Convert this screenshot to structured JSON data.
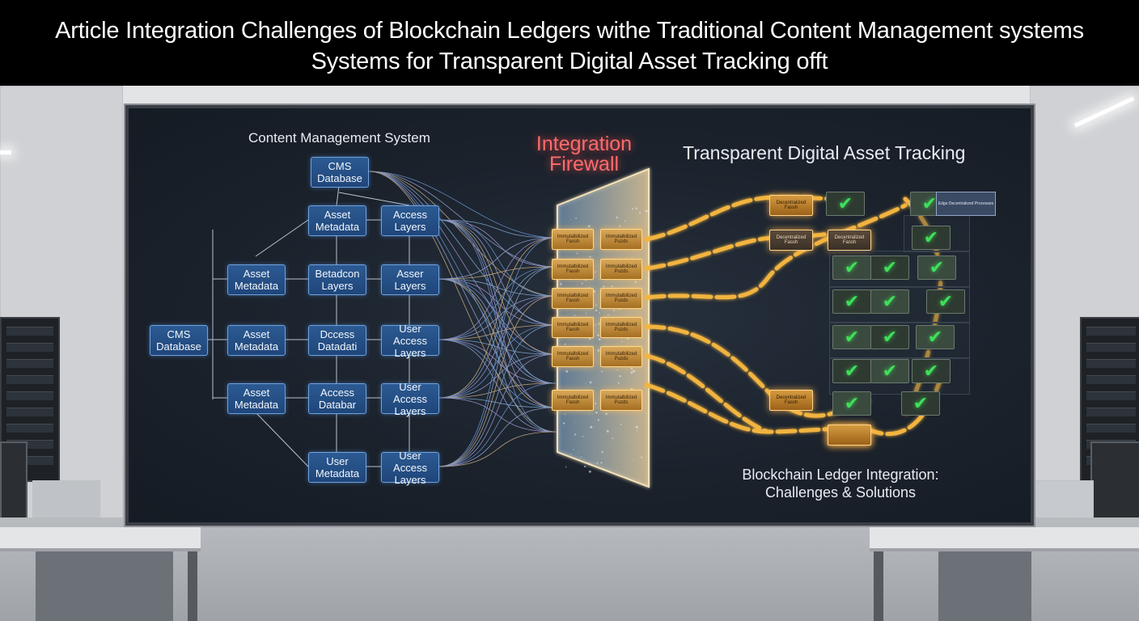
{
  "banner": {
    "line1": "Article Integration Challenges of Blockchain Ledgers withe Traditional Content Management systems",
    "line2": "Systems for Transparent Digital Asset Tracking offt"
  },
  "diagram": {
    "cms_section_label": "Content Management System",
    "firewall_label": "Integration Firewall",
    "tracking_label": "Transparent Digital Asset Tracking",
    "solutions_label": "Blockchain Ledger Integration: Challenges & Solutions",
    "nodes": [
      {
        "id": "cms-db-top",
        "lines": [
          "CMS",
          "Database"
        ]
      },
      {
        "id": "asset-meta-1",
        "lines": [
          "Asset",
          "Metadata"
        ]
      },
      {
        "id": "access-layers-1",
        "lines": [
          "Access",
          "Layers"
        ]
      },
      {
        "id": "asset-meta-2",
        "lines": [
          "Asset",
          "Metadata"
        ]
      },
      {
        "id": "betadcon-layers",
        "lines": [
          "Betadcon",
          "Layers"
        ]
      },
      {
        "id": "asser-layers",
        "lines": [
          "Asser",
          "Layers"
        ]
      },
      {
        "id": "cms-db-left",
        "lines": [
          "CMS",
          "Database"
        ]
      },
      {
        "id": "asset-meta-3",
        "lines": [
          "Asset",
          "Metadata"
        ]
      },
      {
        "id": "dccess-datadati",
        "lines": [
          "Dccess",
          "Datadati"
        ]
      },
      {
        "id": "user-access-1",
        "lines": [
          "User Access",
          "Layers"
        ]
      },
      {
        "id": "asset-meta-4",
        "lines": [
          "Asset",
          "Metadata"
        ]
      },
      {
        "id": "access-databar",
        "lines": [
          "Access",
          "Databar"
        ]
      },
      {
        "id": "user-access-2",
        "lines": [
          "User Access",
          "Layers"
        ]
      },
      {
        "id": "user-meta",
        "lines": [
          "User",
          "Metadata"
        ]
      },
      {
        "id": "user-access-3",
        "lines": [
          "User Access",
          "Layers"
        ]
      }
    ],
    "hash_label": "Immutalbilized Fassh",
    "hash_label_b": "Immutalbilized Puzds",
    "decentral_label": "Decentralized Fassh",
    "tag_label": "Edge Decentralized Processes",
    "colors": {
      "node_fill": "#24508a",
      "node_border": "#6da2e0",
      "firewall_text": "#ff6b6b",
      "chain": "#f2b440",
      "check": "#3fe05a"
    },
    "icons": {
      "check": "check-icon",
      "chain": "chain-icon"
    }
  }
}
